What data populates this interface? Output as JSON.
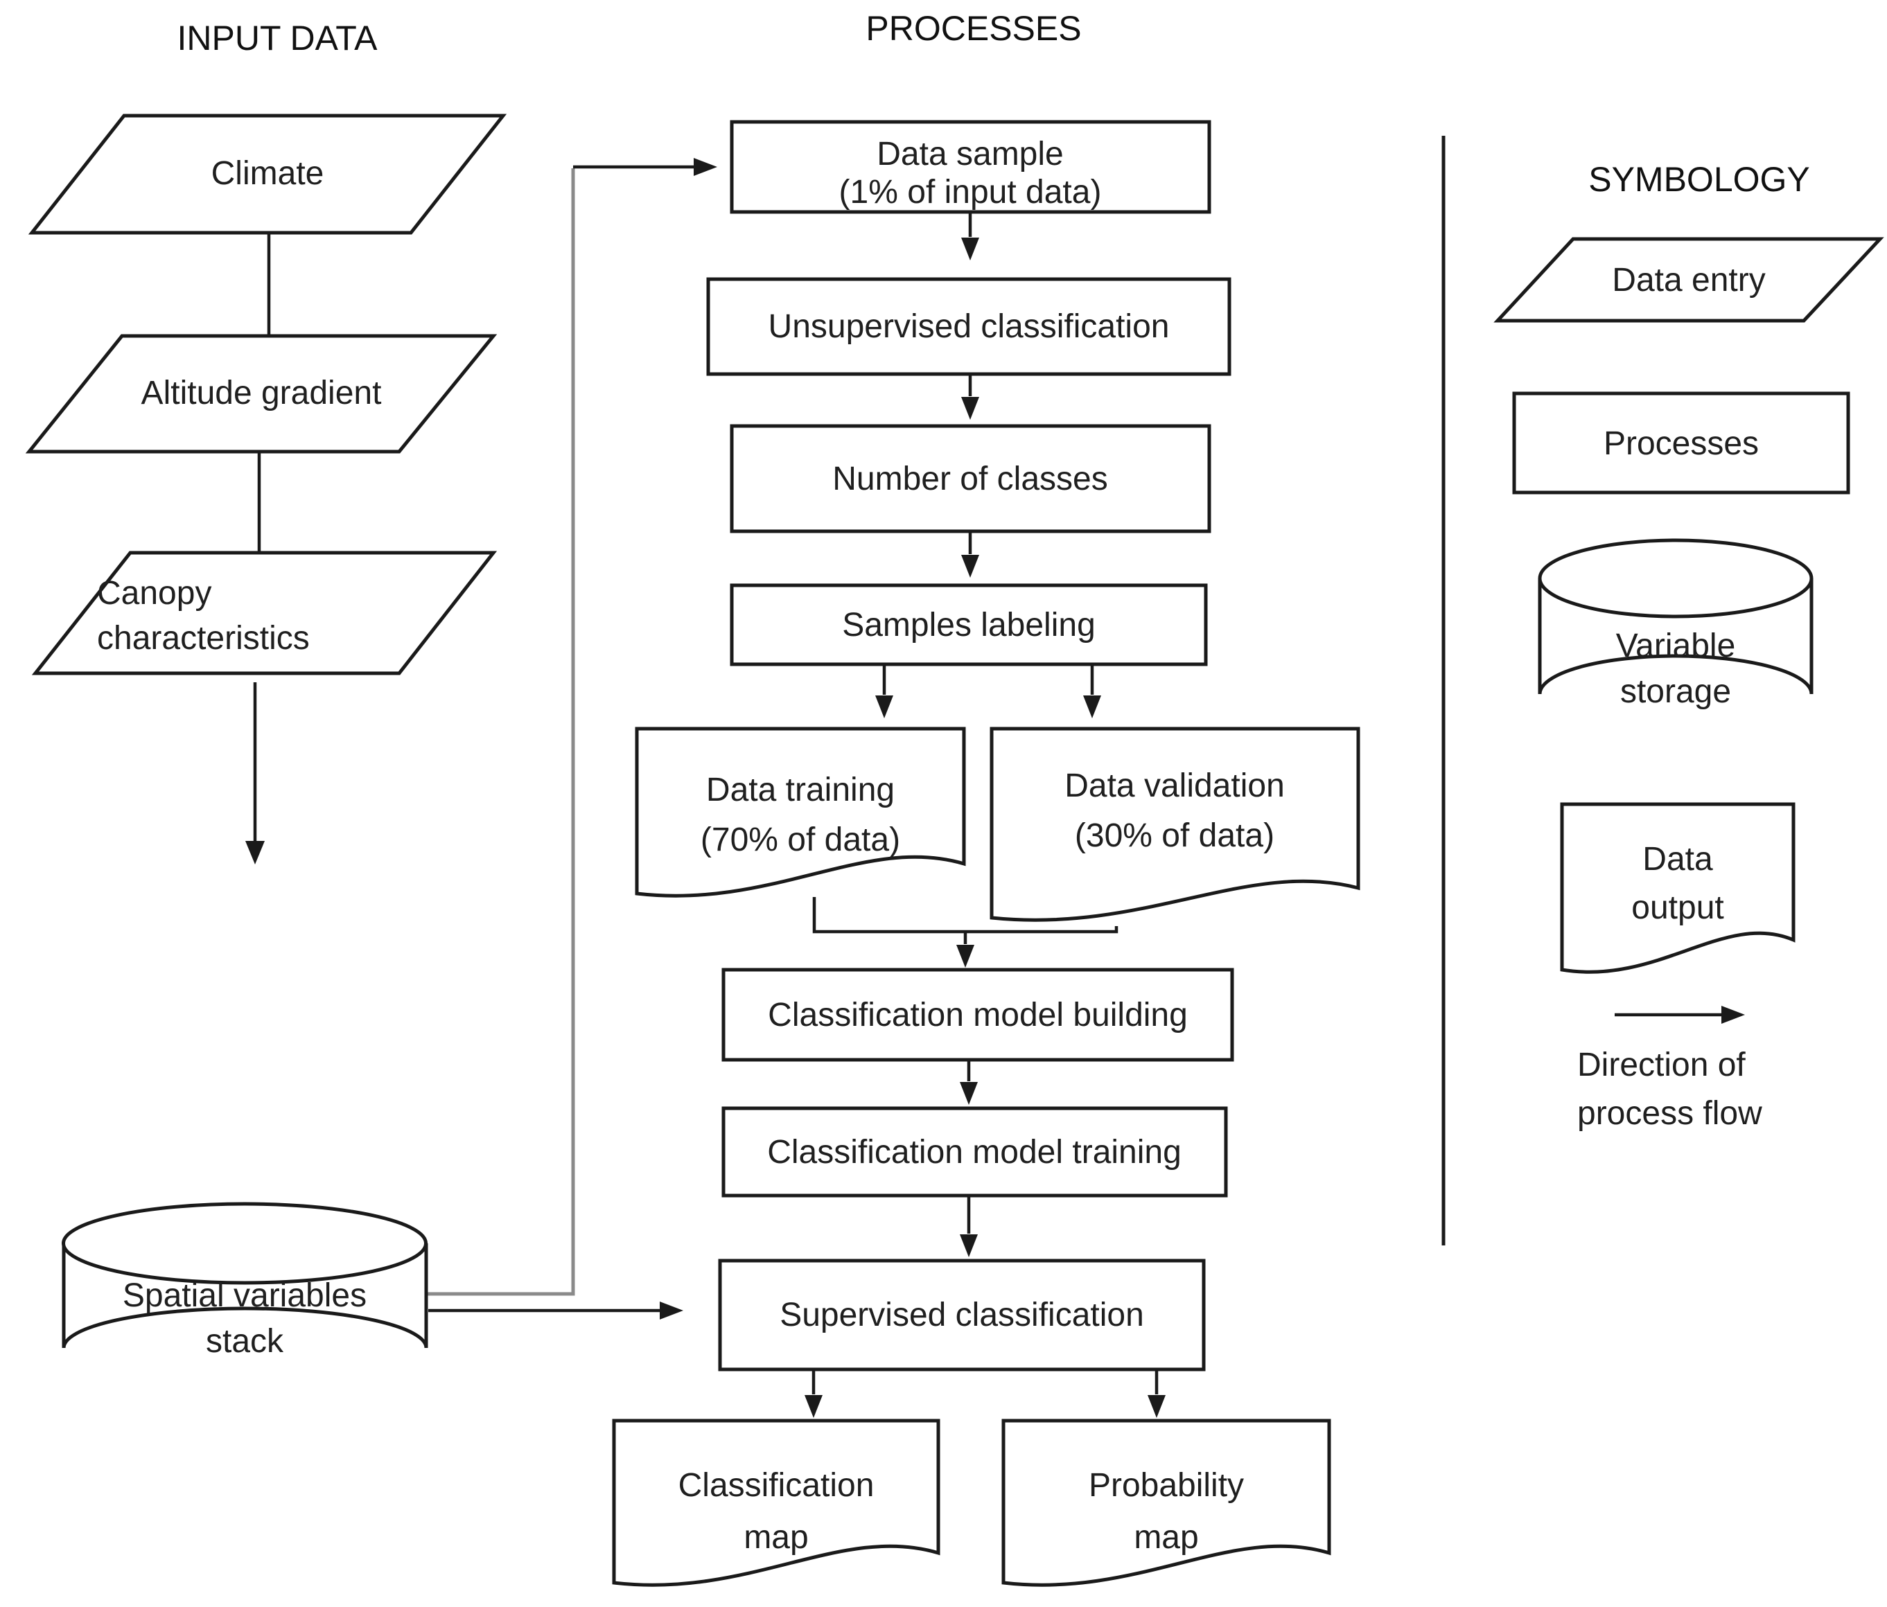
{
  "headings": {
    "input_data": "INPUT DATA",
    "processes": "PROCESSES",
    "symbology": "SYMBOLOGY"
  },
  "input_column": {
    "climate": "Climate",
    "altitude_gradient": "Altitude gradient",
    "canopy_line1": "Canopy",
    "canopy_line2": "characteristics",
    "stack_line1": "Spatial variables",
    "stack_line2": "stack"
  },
  "process_column": {
    "data_sample_line1": "Data sample",
    "data_sample_line2": "(1% of input data)",
    "unsupervised": "Unsupervised classification",
    "number_of_classes": "Number of classes",
    "samples_labeling": "Samples labeling",
    "data_training_line1": "Data training",
    "data_training_line2": "(70% of data)",
    "data_validation_line1": "Data validation",
    "data_validation_line2": "(30% of data)",
    "model_building": "Classification model building",
    "model_training": "Classification model training",
    "supervised": "Supervised classification",
    "classification_map_line1": "Classification",
    "classification_map_line2": "map",
    "probability_map_line1": "Probability",
    "probability_map_line2": "map"
  },
  "symbology_column": {
    "data_entry": "Data entry",
    "processes": "Processes",
    "variable_storage_line1": "Variable",
    "variable_storage_line2": "storage",
    "data_output_line1": "Data",
    "data_output_line2": "output",
    "direction_line1": "Direction of",
    "direction_line2": "process flow"
  },
  "colors": {
    "stroke": "#1a1a1a",
    "text": "#1f1f1f",
    "connector_gray": "#8a8a8a",
    "background": "#ffffff"
  }
}
